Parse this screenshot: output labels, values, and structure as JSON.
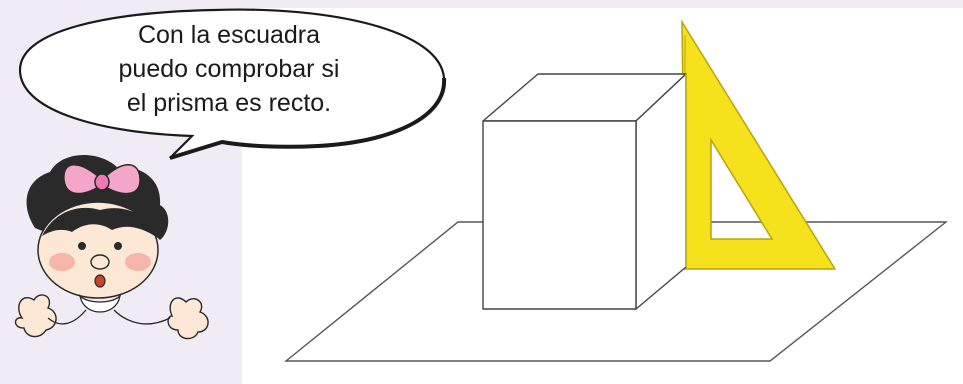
{
  "speech_bubble": {
    "lines": [
      "Con la escuadra",
      "puedo comprobar si",
      "el prisma es recto."
    ]
  },
  "colors": {
    "panel": "#f0ebf4",
    "set_square": "#f5e11c",
    "bow": "#f3a6c8",
    "outline": "#2a2a2a"
  },
  "illustration": {
    "character": "girl-with-pink-bow",
    "objects": [
      "prism",
      "set-square",
      "plane"
    ]
  }
}
